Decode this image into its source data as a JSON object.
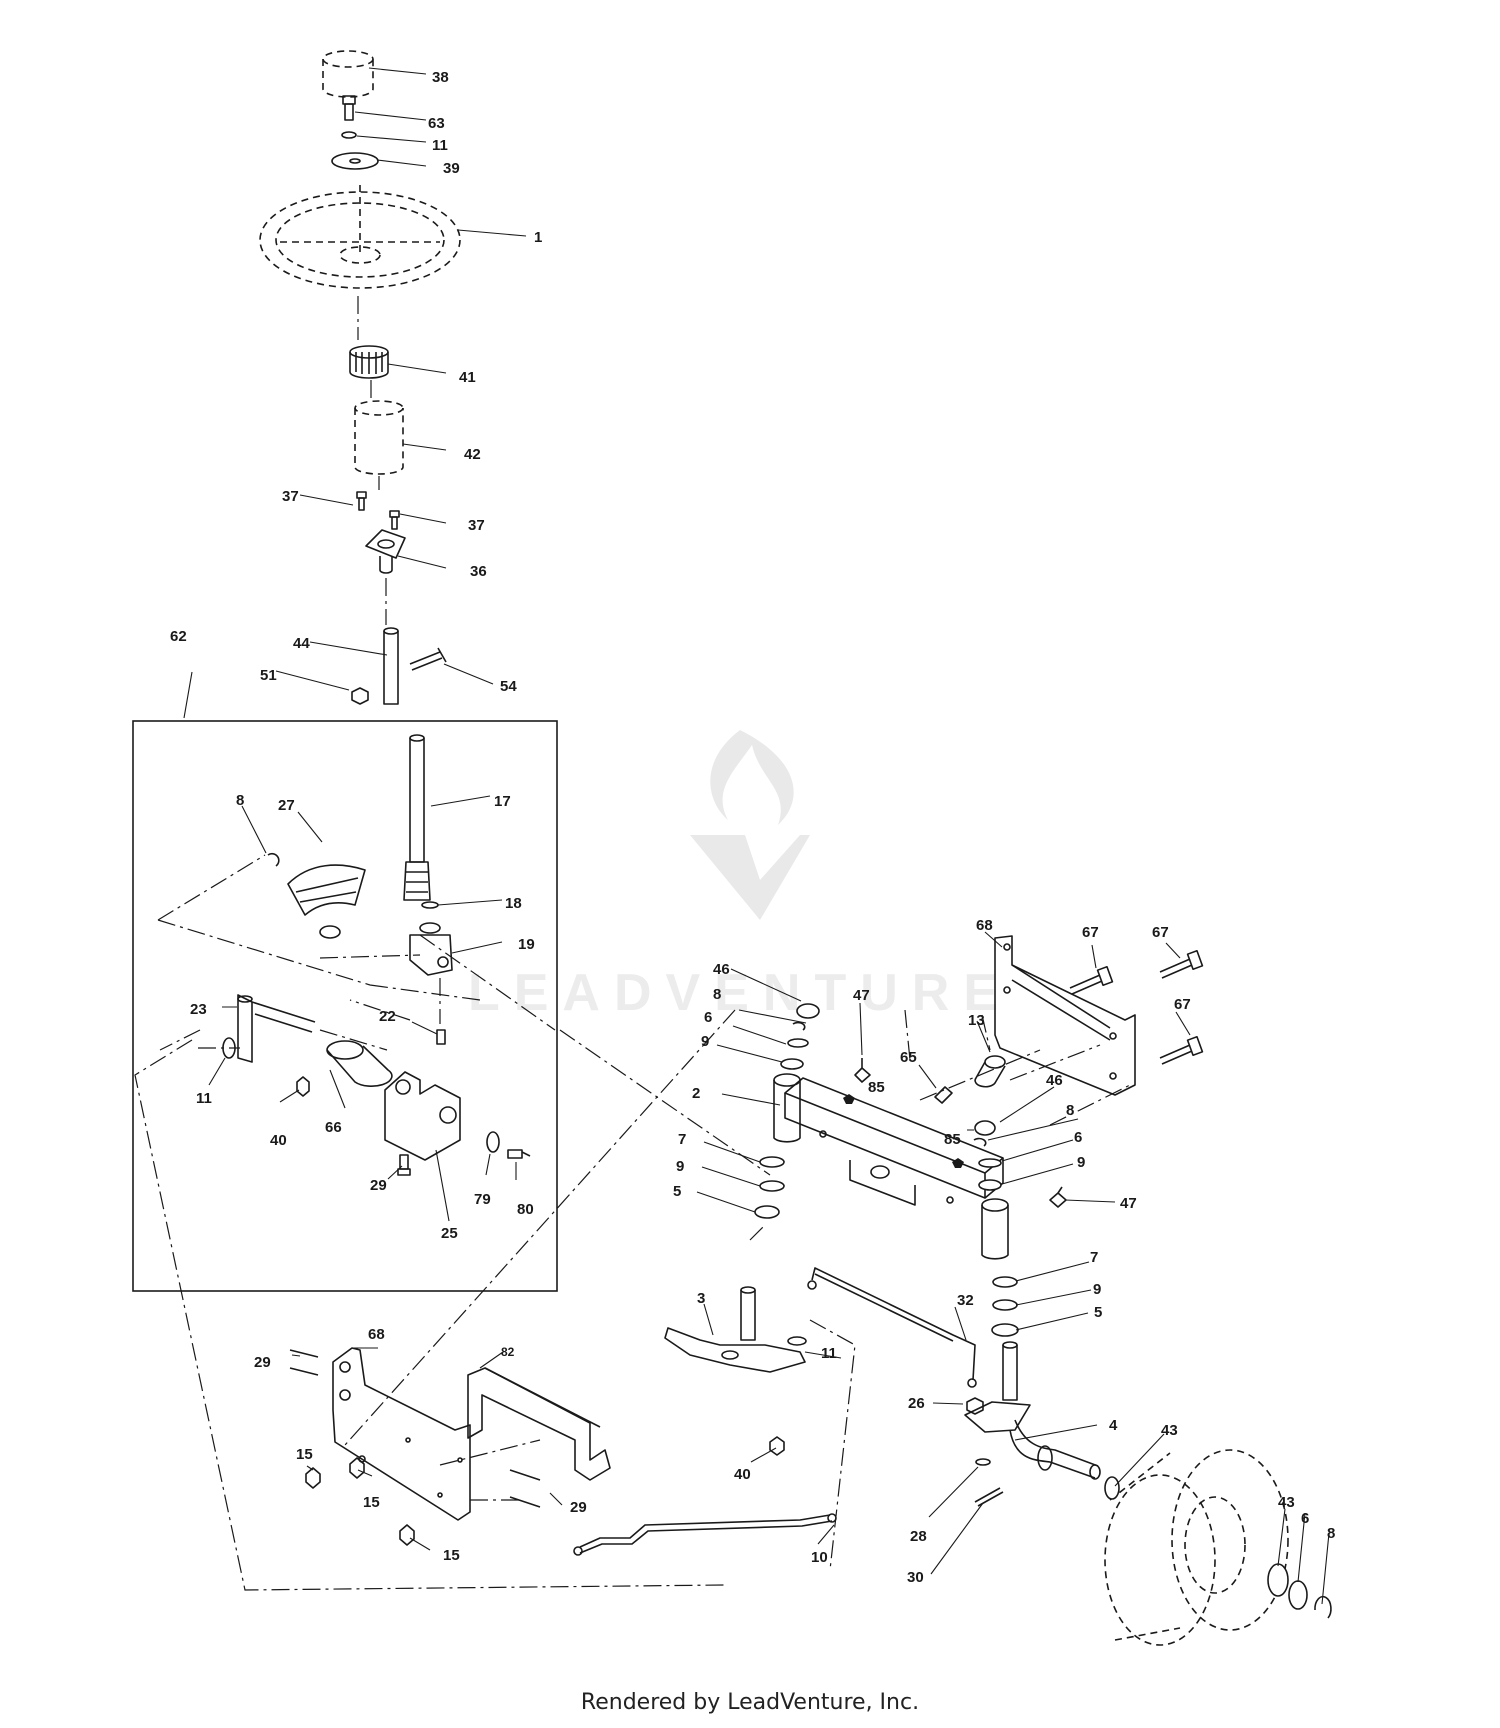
{
  "diagram": {
    "watermark_text": "LEADVENTURE",
    "callouts": [
      {
        "id": "c38",
        "text": "38"
      },
      {
        "id": "c63",
        "text": "63"
      },
      {
        "id": "c11a",
        "text": "11"
      },
      {
        "id": "c39",
        "text": "39"
      },
      {
        "id": "c1",
        "text": "1"
      },
      {
        "id": "c41",
        "text": "41"
      },
      {
        "id": "c42",
        "text": "42"
      },
      {
        "id": "c37a",
        "text": "37"
      },
      {
        "id": "c37b",
        "text": "37"
      },
      {
        "id": "c36",
        "text": "36"
      },
      {
        "id": "c62",
        "text": "62"
      },
      {
        "id": "c44",
        "text": "44"
      },
      {
        "id": "c51",
        "text": "51"
      },
      {
        "id": "c54",
        "text": "54"
      },
      {
        "id": "c8a",
        "text": "8"
      },
      {
        "id": "c27",
        "text": "27"
      },
      {
        "id": "c17",
        "text": "17"
      },
      {
        "id": "c18",
        "text": "18"
      },
      {
        "id": "c19",
        "text": "19"
      },
      {
        "id": "c23",
        "text": "23"
      },
      {
        "id": "c22",
        "text": "22"
      },
      {
        "id": "c11b",
        "text": "11"
      },
      {
        "id": "c40a",
        "text": "40"
      },
      {
        "id": "c66",
        "text": "66"
      },
      {
        "id": "c29a",
        "text": "29"
      },
      {
        "id": "c25",
        "text": "25"
      },
      {
        "id": "c79",
        "text": "79"
      },
      {
        "id": "c80",
        "text": "80"
      },
      {
        "id": "c68a",
        "text": "68"
      },
      {
        "id": "c67a",
        "text": "67"
      },
      {
        "id": "c67b",
        "text": "67"
      },
      {
        "id": "c67c",
        "text": "67"
      },
      {
        "id": "c46a",
        "text": "46"
      },
      {
        "id": "c8b",
        "text": "8"
      },
      {
        "id": "c6a",
        "text": "6"
      },
      {
        "id": "c9a",
        "text": "9"
      },
      {
        "id": "c47a",
        "text": "47"
      },
      {
        "id": "c13",
        "text": "13"
      },
      {
        "id": "c65",
        "text": "65"
      },
      {
        "id": "c85a",
        "text": "85"
      },
      {
        "id": "c2",
        "text": "2"
      },
      {
        "id": "c46b",
        "text": "46"
      },
      {
        "id": "c8c",
        "text": "8"
      },
      {
        "id": "c85b",
        "text": "85"
      },
      {
        "id": "c6b",
        "text": "6"
      },
      {
        "id": "c7a",
        "text": "7"
      },
      {
        "id": "c9b",
        "text": "9"
      },
      {
        "id": "c9c",
        "text": "9"
      },
      {
        "id": "c5a",
        "text": "5"
      },
      {
        "id": "c47b",
        "text": "47"
      },
      {
        "id": "c7b",
        "text": "7"
      },
      {
        "id": "c9d",
        "text": "9"
      },
      {
        "id": "c5b",
        "text": "5"
      },
      {
        "id": "c3",
        "text": "3"
      },
      {
        "id": "c32",
        "text": "32"
      },
      {
        "id": "c11c",
        "text": "11"
      },
      {
        "id": "c29b",
        "text": "29"
      },
      {
        "id": "c68b",
        "text": "68"
      },
      {
        "id": "c82",
        "text": "82"
      },
      {
        "id": "c4",
        "text": "4"
      },
      {
        "id": "c26",
        "text": "26"
      },
      {
        "id": "c43a",
        "text": "43"
      },
      {
        "id": "c15a",
        "text": "15"
      },
      {
        "id": "c15b",
        "text": "15"
      },
      {
        "id": "c40b",
        "text": "40"
      },
      {
        "id": "c29c",
        "text": "29"
      },
      {
        "id": "c43b",
        "text": "43"
      },
      {
        "id": "c6c",
        "text": "6"
      },
      {
        "id": "c8d",
        "text": "8"
      },
      {
        "id": "c28",
        "text": "28"
      },
      {
        "id": "c15c",
        "text": "15"
      },
      {
        "id": "c10",
        "text": "10"
      },
      {
        "id": "c30",
        "text": "30"
      }
    ]
  },
  "footer": {
    "caption": "Rendered by LeadVenture, Inc."
  }
}
